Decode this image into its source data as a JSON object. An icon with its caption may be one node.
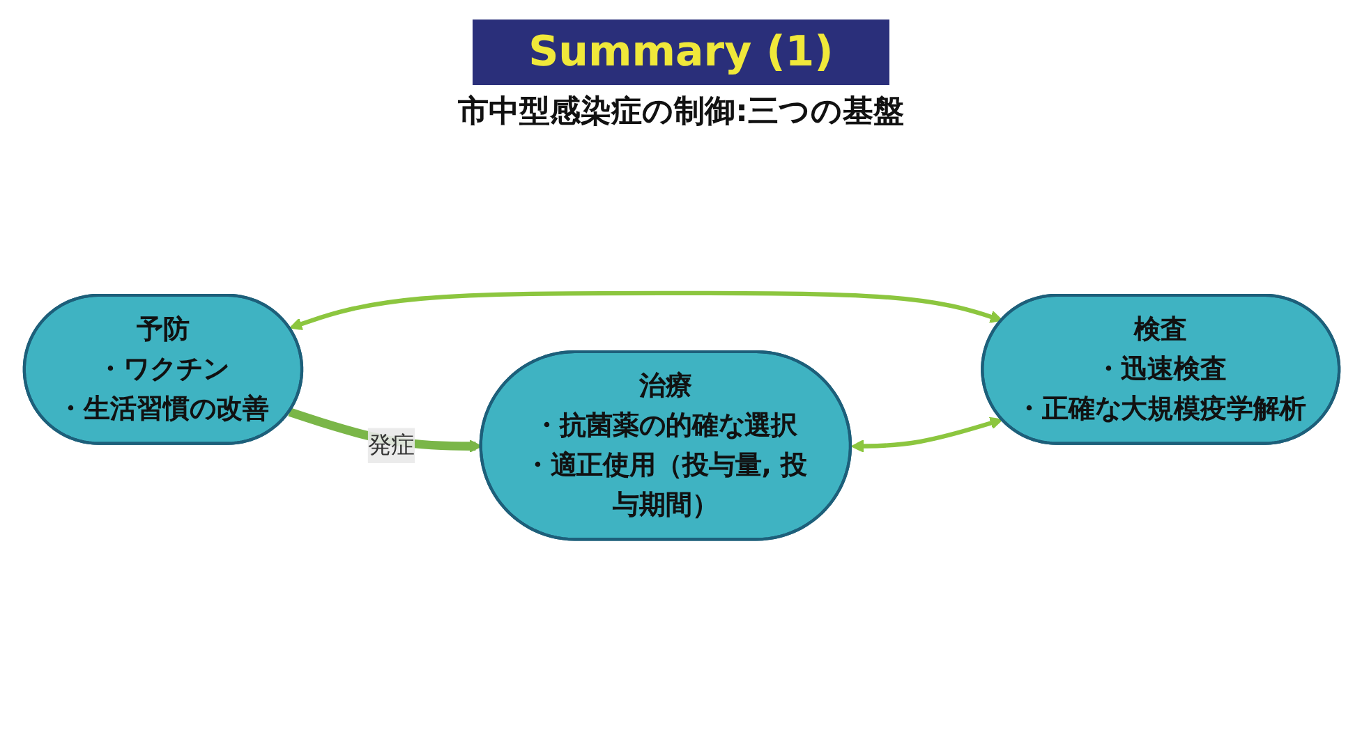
{
  "diagram": {
    "title": "Summary (1)",
    "nodes": [
      {
        "text": [
          "予防",
          "・ワクチン",
          "・生活習慣の改善"
        ]
      },
      {
        "text": [
          "治療",
          "・抗菌薬の的確な選択",
          "・適正使用（投与量, 投与期間）"
        ]
      },
      {
        "text": [
          "検査",
          "・迅速検査",
          "・正確な大規模疫学解析"
        ]
      }
    ],
    "edges": [
      {
        "from": 0,
        "to": 1,
        "arrow": "to",
        "label": "発症",
        "style": "thick"
      },
      {
        "from": 0,
        "to": 2,
        "arrow": "both",
        "color": "#8cc63f"
      },
      {
        "from": 1,
        "to": 2,
        "arrow": "both",
        "color": "#8cc63f"
      }
    ],
    "labels": [
      "市中型感染症の制御:三つの基盤"
    ]
  }
}
